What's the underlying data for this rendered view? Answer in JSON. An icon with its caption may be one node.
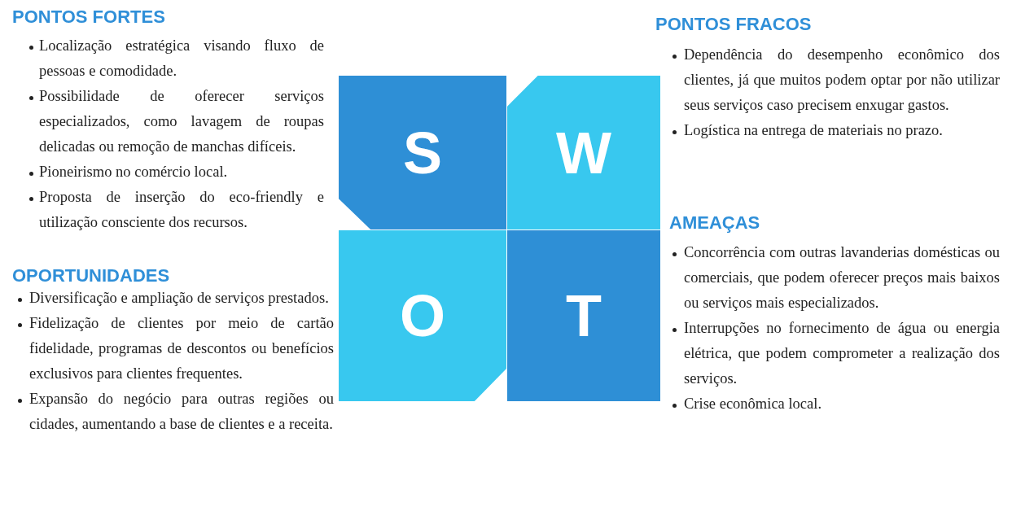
{
  "diagram": {
    "nodes": [
      {
        "text": [
          "S"
        ]
      },
      {
        "text": [
          "W"
        ]
      },
      {
        "text": [
          "O"
        ]
      },
      {
        "text": [
          "T"
        ]
      }
    ],
    "labels": [
      "PONTOS FORTES",
      "Localização estratégica visando fluxo de pessoas e comodidade.",
      "Possibilidade de oferecer serviços especializados, como lavagem de roupas delicadas ou remoção de manchas difíceis.",
      "Pioneirismo no comércio local.",
      "Proposta de inserção do eco-friendly e utilização consciente dos recursos.",
      "OPORTUNIDADES",
      "Diversificação e ampliação de serviços prestados.",
      "Fidelização de clientes por meio de cartão fidelidade, programas de descontos ou benefícios exclusivos para clientes frequentes.",
      "Expansão do negócio para outras regiões ou cidades, aumentando a base de clientes e a receita.",
      "PONTOS FRACOS",
      "Dependência do desempenho econômico dos clientes, já que muitos podem optar por não utilizar seus serviços caso precisem enxugar gastos.",
      "Logística na entrega de materiais no prazo.",
      "AMEAÇAS",
      "Concorrência com outras lavanderias domésticas ou comerciais, que podem oferecer preços mais baixos ou serviços mais especializados.",
      "Interrupções no fornecimento de água ou energia elétrica, que podem comprometer a realização dos serviços.",
      "Crise econômica local."
    ]
  }
}
